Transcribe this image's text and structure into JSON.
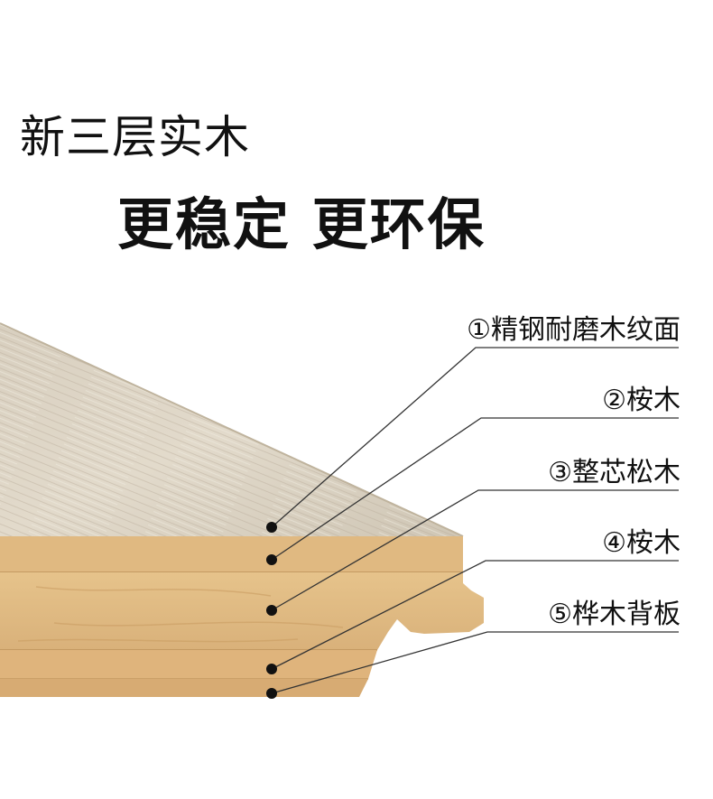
{
  "header": {
    "title": "新三层实木",
    "headline": "更稳定 更环保"
  },
  "layers": [
    {
      "label": "①精钢耐磨木纹面"
    },
    {
      "label": "②桉木"
    },
    {
      "label": "③整芯松木"
    },
    {
      "label": "④桉木"
    },
    {
      "label": "⑤桦木背板"
    }
  ],
  "colors": {
    "surface": "#d9d0c0",
    "wood_light": "#e6c58f",
    "wood_mid": "#dcb57a",
    "wood_dark": "#c9995c",
    "line": "#333333"
  }
}
